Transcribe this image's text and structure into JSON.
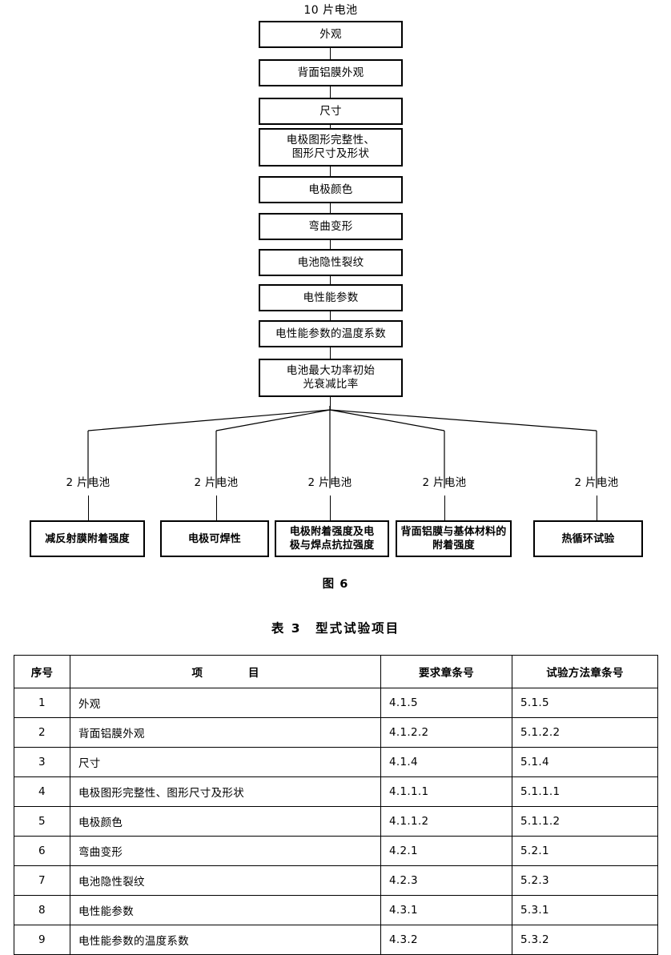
{
  "figure": {
    "top_label": "10 片电池",
    "chain": [
      {
        "label": "外观"
      },
      {
        "label": "背面铝膜外观"
      },
      {
        "label": "尺寸"
      },
      {
        "label": "电极图形完整性、\n图形尺寸及形状"
      },
      {
        "label": "电极颜色"
      },
      {
        "label": "弯曲变形"
      },
      {
        "label": "电池隐性裂纹"
      },
      {
        "label": "电性能参数"
      },
      {
        "label": "电性能参数的温度系数"
      },
      {
        "label": "电池最大功率初始\n光衰减比率"
      }
    ],
    "branch_label": "2 片电池",
    "branches": [
      {
        "count_label": "2 片电池",
        "box_label": "减反射膜附着强度"
      },
      {
        "count_label": "2 片电池",
        "box_label": "电极可焊性"
      },
      {
        "count_label": "2 片电池",
        "box_label": "电极附着强度及电\n极与焊点抗拉强度"
      },
      {
        "count_label": "2 片电池",
        "box_label": "背面铝膜与基体材料的\n附着强度"
      },
      {
        "count_label": "2 片电池",
        "box_label": "热循环试验"
      }
    ],
    "caption": "图 6"
  },
  "table": {
    "caption": "表 3　型式试验项目",
    "headers": [
      "序号",
      "项　　目",
      "要求章条号",
      "试验方法章条号"
    ],
    "rows": [
      {
        "no": "1",
        "item": "外观",
        "requirement": "4.1.5",
        "method": "5.1.5"
      },
      {
        "no": "2",
        "item": "背面铝膜外观",
        "requirement": "4.1.2.2",
        "method": "5.1.2.2"
      },
      {
        "no": "3",
        "item": "尺寸",
        "requirement": "4.1.4",
        "method": "5.1.4"
      },
      {
        "no": "4",
        "item": "电极图形完整性、图形尺寸及形状",
        "requirement": "4.1.1.1",
        "method": "5.1.1.1"
      },
      {
        "no": "5",
        "item": "电极颜色",
        "requirement": "4.1.1.2",
        "method": "5.1.1.2"
      },
      {
        "no": "6",
        "item": "弯曲变形",
        "requirement": "4.2.1",
        "method": "5.2.1"
      },
      {
        "no": "7",
        "item": "电池隐性裂纹",
        "requirement": "4.2.3",
        "method": "5.2.3"
      },
      {
        "no": "8",
        "item": "电性能参数",
        "requirement": "4.3.1",
        "method": "5.3.1"
      },
      {
        "no": "9",
        "item": "电性能参数的温度系数",
        "requirement": "4.3.2",
        "method": "5.3.2"
      }
    ]
  },
  "colors": {
    "ink": "#000000",
    "paper": "#ffffff"
  }
}
